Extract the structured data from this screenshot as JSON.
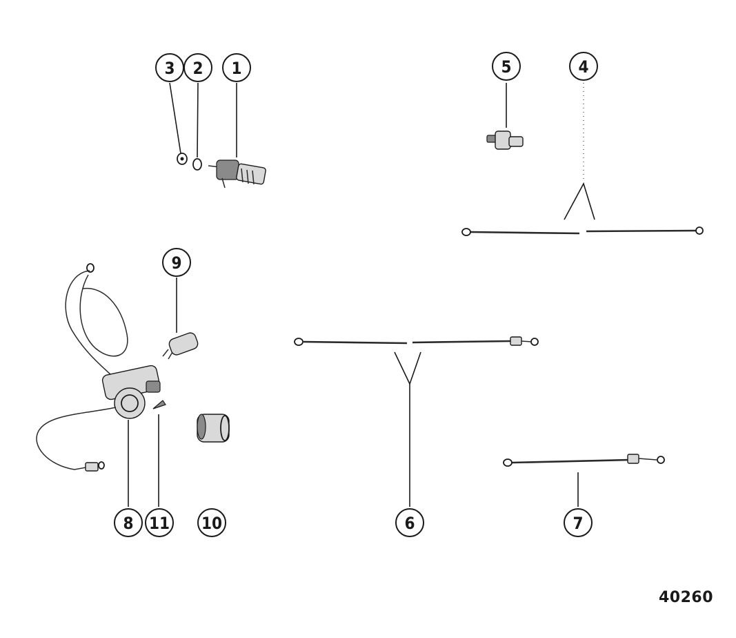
{
  "callouts": [
    {
      "label": "1"
    },
    {
      "label": "2"
    },
    {
      "label": "3"
    },
    {
      "label": "4"
    },
    {
      "label": "5"
    },
    {
      "label": "6"
    },
    {
      "label": "7"
    },
    {
      "label": "8"
    },
    {
      "label": "9"
    },
    {
      "label": "10"
    },
    {
      "label": "11"
    }
  ],
  "figure_number": "40260",
  "colors": {
    "ink": "#1a1a1a",
    "paper": "#ffffff"
  }
}
